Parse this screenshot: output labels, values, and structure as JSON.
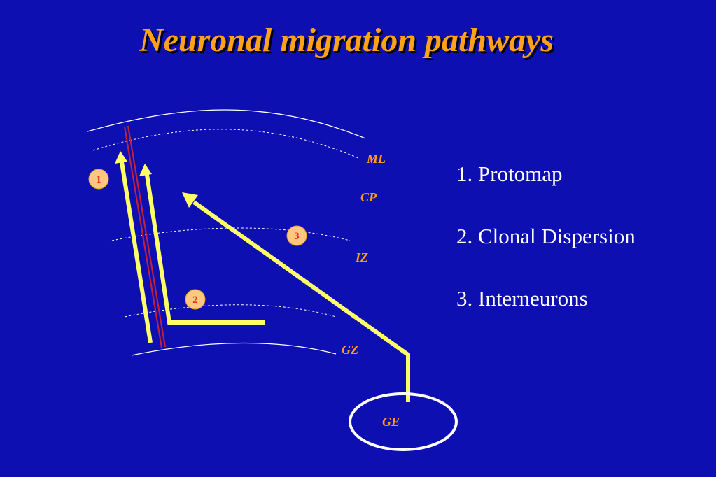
{
  "title": "Neuronal migration pathways",
  "zones": {
    "ml": "ML",
    "cp": "CP",
    "iz": "IZ",
    "gz": "GZ",
    "ge": "GE"
  },
  "badges": [
    "1",
    "2",
    "3"
  ],
  "legend": [
    "1. Protomap",
    "2. Clonal Dispersion",
    "3. Interneurons"
  ],
  "colors": {
    "background": "#0d0fb1",
    "title": "#ffa21a",
    "arrow": "#ffff66",
    "radial_glia": "#c0203a",
    "zone_label": "#ff9a1a",
    "badge_fill": "#ffc880",
    "badge_text": "#e03020"
  }
}
